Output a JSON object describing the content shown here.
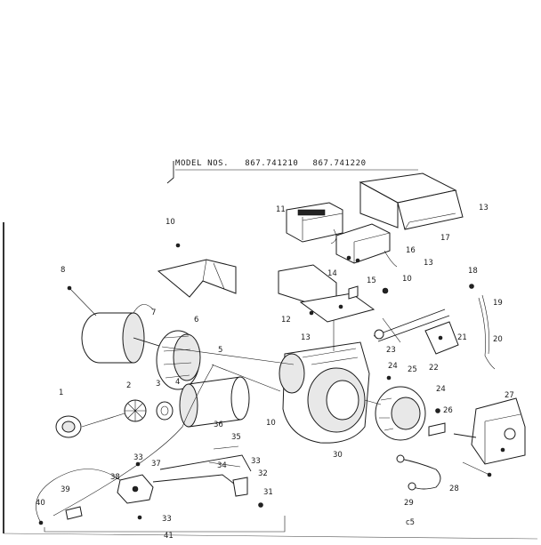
{
  "header": {
    "model_label": "MODEL NOS.",
    "model_numbers": [
      "867.741210",
      "867.741220"
    ]
  },
  "callouts": [
    "1",
    "2",
    "3",
    "4",
    "5",
    "6",
    "7",
    "8",
    "10",
    "10",
    "10",
    "11",
    "12",
    "13",
    "13",
    "13",
    "14",
    "15",
    "16",
    "17",
    "18",
    "19",
    "20",
    "21",
    "22",
    "23",
    "24",
    "24",
    "25",
    "26",
    "27",
    "28",
    "29",
    "30",
    "31",
    "32",
    "33",
    "33",
    "33",
    "34",
    "35",
    "36",
    "37",
    "38",
    "39",
    "40",
    "41"
  ],
  "footer_code": "c5"
}
